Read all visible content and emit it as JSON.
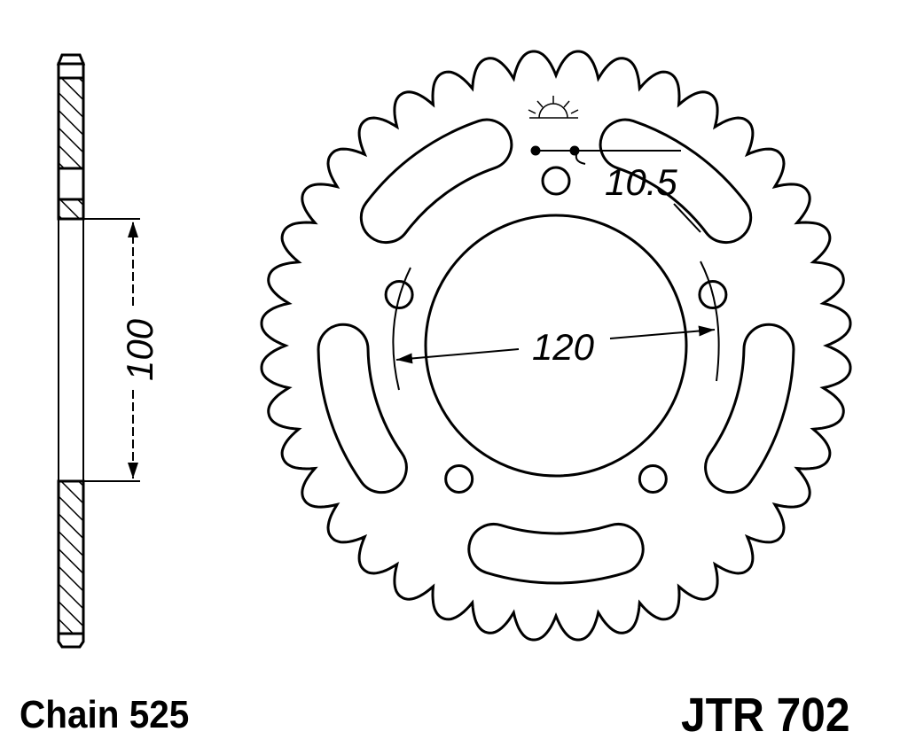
{
  "drawing": {
    "dimension_bore": "120",
    "dimension_hub": "100",
    "dimension_hole": "10.5",
    "teeth_count": 40,
    "bolt_holes": 5,
    "slots": 5
  },
  "labels": {
    "chain": "Chain 525",
    "part_number": "JTR 702"
  },
  "colors": {
    "ink": "#000000",
    "paper": "#ffffff"
  }
}
